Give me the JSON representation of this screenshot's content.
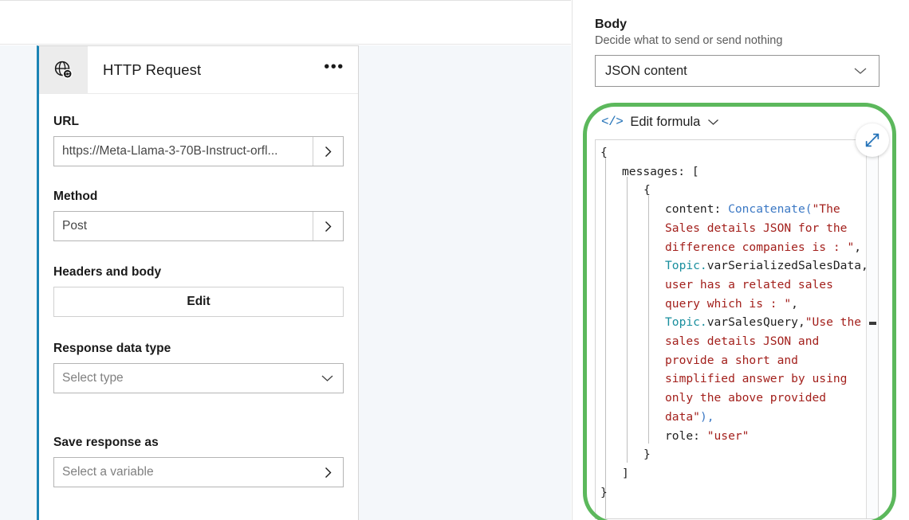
{
  "canvas": {
    "node_card": {
      "icon": "globe-http-icon",
      "title": "HTTP Request",
      "more_menu": "•••",
      "accent_color": "#1b84b5",
      "fields": [
        {
          "label": "URL",
          "value": "https://Meta-Llama-3-70B-Instruct-orfl...",
          "is_placeholder": false,
          "control": "chevron-right"
        },
        {
          "label": "Method",
          "value": "Post",
          "is_placeholder": false,
          "control": "chevron-right"
        },
        {
          "label": "Headers and body",
          "value": "Edit",
          "is_placeholder": false,
          "control": "button"
        },
        {
          "label": "Response data type",
          "value": "Select type",
          "is_placeholder": true,
          "control": "chevron-down"
        },
        {
          "label": "Save response as",
          "value": "Select a variable",
          "is_placeholder": true,
          "control": "chevron-right"
        }
      ]
    }
  },
  "panel": {
    "title": "Body",
    "subtitle": "Decide what to send or send nothing",
    "body_type_select": {
      "value": "JSON content",
      "icon": "chevron-down-icon"
    },
    "formula": {
      "code_icon": "</>",
      "header_label": "Edit formula",
      "header_chevron": "chevron-down-icon",
      "expand_button": "expand-diagonal-icon",
      "lines": [
        {
          "indent": 0,
          "tokens": [
            {
              "t": "{",
              "c": "punct"
            }
          ]
        },
        {
          "indent": 1,
          "tokens": [
            {
              "t": "messages: [",
              "c": "plain"
            }
          ]
        },
        {
          "indent": 2,
          "tokens": [
            {
              "t": "{",
              "c": "punct"
            }
          ]
        },
        {
          "indent": 3,
          "tokens": [
            {
              "t": "content: ",
              "c": "plain"
            },
            {
              "t": "Concatenate(",
              "c": "fn"
            },
            {
              "t": "\"The Sales details JSON for the difference companies is : \"",
              "c": "str"
            },
            {
              "t": ", ",
              "c": "plain"
            },
            {
              "t": "Topic.",
              "c": "var"
            },
            {
              "t": "varSerializedSalesData",
              "c": "plain"
            },
            {
              "t": ",",
              "c": "plain"
            },
            {
              "t": "\"The user has a related sales query which is : \"",
              "c": "str"
            },
            {
              "t": ", ",
              "c": "plain"
            },
            {
              "t": "Topic.",
              "c": "var"
            },
            {
              "t": "varSalesQuery",
              "c": "plain"
            },
            {
              "t": ",",
              "c": "plain"
            },
            {
              "t": "\"Use the sales details JSON and provide a short and simplified answer by using only the above provided data\"",
              "c": "str"
            },
            {
              "t": "),",
              "c": "fn"
            }
          ]
        },
        {
          "indent": 3,
          "tokens": [
            {
              "t": "role: ",
              "c": "plain"
            },
            {
              "t": "\"user\"",
              "c": "str"
            }
          ]
        },
        {
          "indent": 2,
          "tokens": [
            {
              "t": "}",
              "c": "punct"
            }
          ]
        },
        {
          "indent": 1,
          "tokens": [
            {
              "t": "]",
              "c": "punct"
            }
          ]
        },
        {
          "indent": 0,
          "tokens": [
            {
              "t": "}",
              "c": "punct"
            }
          ]
        }
      ]
    }
  },
  "annotation": {
    "highlight_color": "#5cb85c",
    "shape": "rounded-rectangle-outline",
    "target": "formula-editor"
  }
}
